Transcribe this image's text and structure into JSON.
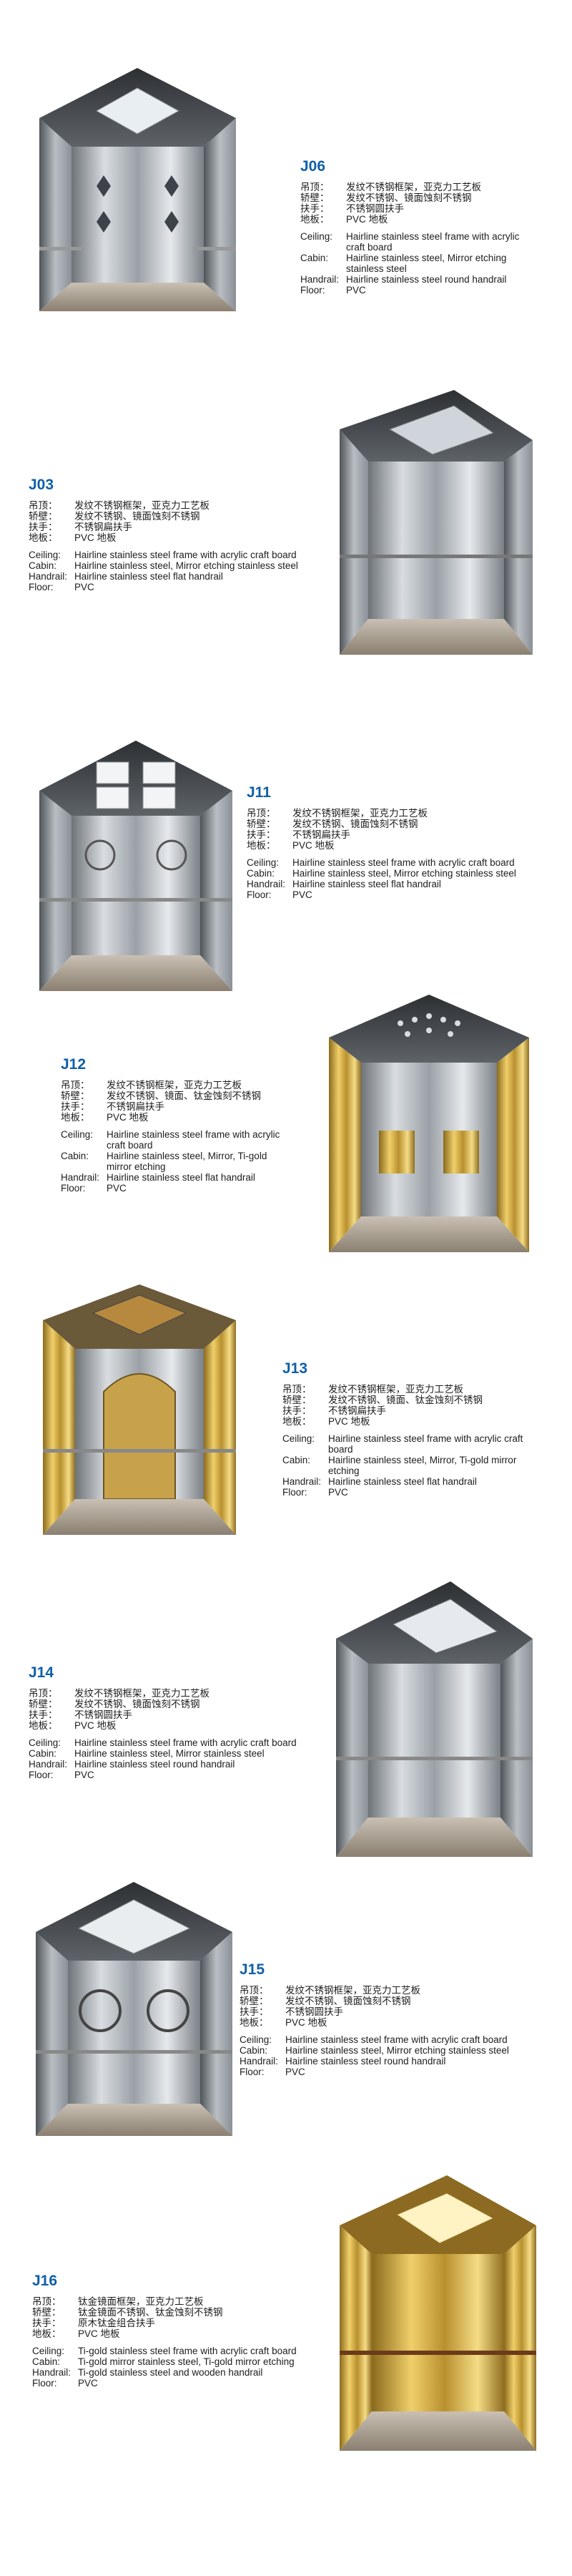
{
  "products": [
    {
      "code": "J06",
      "cn": [
        {
          "key": "吊顶：",
          "value": "发纹不锈钢框架，亚克力工艺板"
        },
        {
          "key": "轿壁：",
          "value": "发纹不锈钢、镜面蚀刻不锈钢"
        },
        {
          "key": "扶手：",
          "value": "不锈钢圆扶手"
        },
        {
          "key": "地板：",
          "value": "PVC 地板"
        }
      ],
      "en": [
        {
          "key": "Ceiling:",
          "value": "Hairline stainless steel frame with acrylic craft board"
        },
        {
          "key": "Cabin:",
          "value": "Hairline stainless steel, Mirror etching stainless steel"
        },
        {
          "key": "Handrail:",
          "value": "Hairline stainless steel round handrail"
        },
        {
          "key": "Floor:",
          "value": "PVC"
        }
      ]
    },
    {
      "code": "J03",
      "cn": [
        {
          "key": "吊顶：",
          "value": "发纹不锈钢框架，亚克力工艺板"
        },
        {
          "key": "轿壁：",
          "value": "发纹不锈钢、镜面蚀刻不锈钢"
        },
        {
          "key": "扶手：",
          "value": "不锈钢扁扶手"
        },
        {
          "key": "地板：",
          "value": "PVC 地板"
        }
      ],
      "en": [
        {
          "key": "Ceiling:",
          "value": "Hairline stainless steel frame with acrylic craft board"
        },
        {
          "key": "Cabin:",
          "value": "Hairline stainless steel, Mirror etching stainless steel"
        },
        {
          "key": "Handrail:",
          "value": "Hairline stainless steel flat handrail"
        },
        {
          "key": "Floor:",
          "value": "PVC"
        }
      ]
    },
    {
      "code": "J11",
      "cn": [
        {
          "key": "吊顶：",
          "value": "发纹不锈钢框架，亚克力工艺板"
        },
        {
          "key": "轿壁：",
          "value": "发纹不锈钢、镜面蚀刻不锈钢"
        },
        {
          "key": "扶手：",
          "value": "不锈钢扁扶手"
        },
        {
          "key": "地板：",
          "value": "PVC 地板"
        }
      ],
      "en": [
        {
          "key": "Ceiling:",
          "value": "Hairline stainless steel frame with acrylic craft board"
        },
        {
          "key": "Cabin:",
          "value": "Hairline stainless steel, Mirror etching stainless steel"
        },
        {
          "key": "Handrail:",
          "value": "Hairline stainless steel flat handrail"
        },
        {
          "key": "Floor:",
          "value": "PVC"
        }
      ]
    },
    {
      "code": "J12",
      "cn": [
        {
          "key": "吊顶：",
          "value": "发纹不锈钢框架，亚克力工艺板"
        },
        {
          "key": "轿壁：",
          "value": "发纹不锈钢、镜面、钛金蚀刻不锈钢"
        },
        {
          "key": "扶手：",
          "value": "不锈钢扁扶手"
        },
        {
          "key": "地板：",
          "value": "PVC 地板"
        }
      ],
      "en": [
        {
          "key": "Ceiling:",
          "value": "Hairline stainless steel frame with acrylic craft board"
        },
        {
          "key": "Cabin:",
          "value": "Hairline stainless steel, Mirror, Ti-gold mirror etching"
        },
        {
          "key": "Handrail:",
          "value": "Hairline stainless steel flat handrail"
        },
        {
          "key": "Floor:",
          "value": "PVC"
        }
      ]
    },
    {
      "code": "J13",
      "cn": [
        {
          "key": "吊顶：",
          "value": "发纹不锈钢框架，亚克力工艺板"
        },
        {
          "key": "轿壁：",
          "value": "发纹不锈钢、镜面、钛金蚀刻不锈钢"
        },
        {
          "key": "扶手：",
          "value": "不锈钢扁扶手"
        },
        {
          "key": "地板：",
          "value": "PVC 地板"
        }
      ],
      "en": [
        {
          "key": "Ceiling:",
          "value": "Hairline stainless steel frame with acrylic craft board"
        },
        {
          "key": "Cabin:",
          "value": "Hairline stainless steel, Mirror, Ti-gold mirror etching"
        },
        {
          "key": "Handrail:",
          "value": "Hairline stainless steel flat handrail"
        },
        {
          "key": "Floor:",
          "value": "PVC"
        }
      ]
    },
    {
      "code": "J14",
      "cn": [
        {
          "key": "吊顶：",
          "value": "发纹不锈钢框架，亚克力工艺板"
        },
        {
          "key": "轿壁：",
          "value": "发纹不锈钢、镜面蚀刻不锈钢"
        },
        {
          "key": "扶手：",
          "value": "不锈钢圆扶手"
        },
        {
          "key": "地板：",
          "value": "PVC 地板"
        }
      ],
      "en": [
        {
          "key": "Ceiling:",
          "value": "Hairline stainless steel frame with acrylic craft board"
        },
        {
          "key": "Cabin:",
          "value": "Hairline stainless steel, Mirror stainless steel"
        },
        {
          "key": "Handrail:",
          "value": "Hairline stainless steel round handrail"
        },
        {
          "key": "Floor:",
          "value": "PVC"
        }
      ]
    },
    {
      "code": "J15",
      "cn": [
        {
          "key": "吊顶：",
          "value": "发纹不锈钢框架，亚克力工艺板"
        },
        {
          "key": "轿壁：",
          "value": "发纹不锈钢、镜面蚀刻不锈钢"
        },
        {
          "key": "扶手：",
          "value": "不锈钢圆扶手"
        },
        {
          "key": "地板：",
          "value": "PVC 地板"
        }
      ],
      "en": [
        {
          "key": "Ceiling:",
          "value": "Hairline stainless steel frame with acrylic craft board"
        },
        {
          "key": "Cabin:",
          "value": "Hairline stainless steel, Mirror etching stainless steel"
        },
        {
          "key": "Handrail:",
          "value": "Hairline stainless steel round handrail"
        },
        {
          "key": "Floor:",
          "value": "PVC"
        }
      ]
    },
    {
      "code": "J16",
      "cn": [
        {
          "key": "吊顶：",
          "value": "钛金镜面框架，亚克力工艺板"
        },
        {
          "key": "轿壁：",
          "value": "钛金镜面不锈钢、钛金蚀刻不锈钢"
        },
        {
          "key": "扶手：",
          "value": "原木钛金组合扶手"
        },
        {
          "key": "地板：",
          "value": "PVC 地板"
        }
      ],
      "en": [
        {
          "key": "Ceiling:",
          "value": "Ti-gold stainless steel frame with acrylic craft board"
        },
        {
          "key": "Cabin:",
          "value": "Ti-gold mirror stainless steel, Ti-gold mirror etching"
        },
        {
          "key": "Handrail:",
          "value": "Ti-gold stainless steel and wooden handrail"
        },
        {
          "key": "Floor:",
          "value": "PVC"
        }
      ]
    }
  ]
}
